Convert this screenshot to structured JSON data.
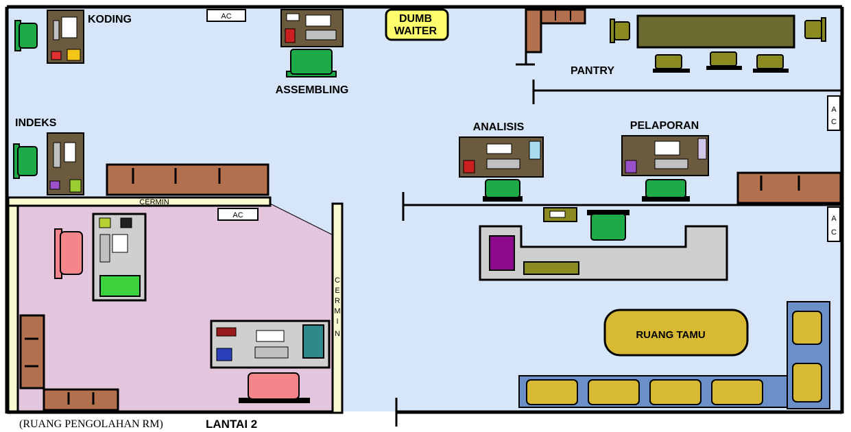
{
  "labels": {
    "koding": "KODING",
    "assembling": "ASSEMBLING",
    "dumb_waiter_1": "DUMB",
    "dumb_waiter_2": "WAITER",
    "pantry": "PANTRY",
    "indeks": "INDEKS",
    "analisis": "ANALISIS",
    "pelaporan": "PELAPORAN",
    "ruang_tamu": "RUANG TAMU",
    "cermin": "CERMIN",
    "cermin_vertical": [
      "C",
      "E",
      "R",
      "M",
      "I",
      "N"
    ],
    "ac": "AC",
    "ac_vertical": [
      "A",
      "C"
    ],
    "caption_room": "(RUANG PENGOLAHAN RM)",
    "caption_floor": "LANTAI 2"
  },
  "colors": {
    "room_blue": "#d6e5f7",
    "room_pink": "#e4c5de",
    "wall": "#000000",
    "desk": "#6b5a3e",
    "cabinet": "#b3704f",
    "chair_green": "#1faa4a",
    "chair_olive": "#8a8a20",
    "chair_pink": "#f4858a",
    "sofa_gold": "#d8b934",
    "sofa_blue": "#6b8fc7",
    "counter_gray": "#cfcfcf",
    "dumb_waiter": "#ffff6e"
  }
}
